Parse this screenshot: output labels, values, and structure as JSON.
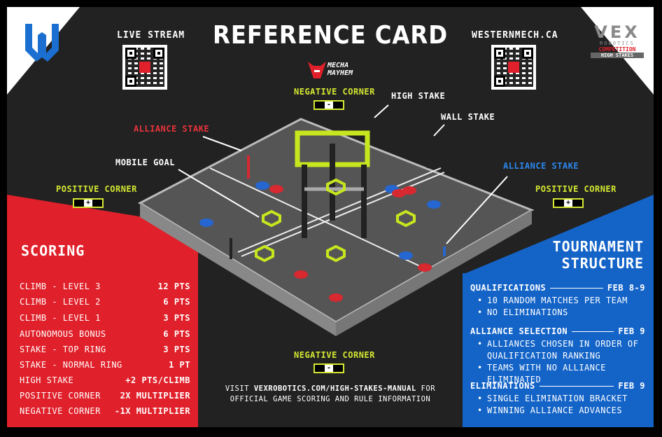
{
  "title": "REFERENCE CARD",
  "live_stream": "LIVE STREAM",
  "website": "WESTERNMECH.CA",
  "team_logo": "MECHA MAYHEM",
  "vex_logo": {
    "top": "VEX",
    "mid": "ROBOTICS",
    "comp": "COMPETITION",
    "game": "HIGH STAKES"
  },
  "field_labels": {
    "negative_corner_top": "NEGATIVE CORNER",
    "negative_corner_bottom": "NEGATIVE CORNER",
    "positive_corner_left": "POSITIVE CORNER",
    "positive_corner_right": "POSITIVE CORNER",
    "high_stake": "HIGH STAKE",
    "wall_stake": "WALL STAKE",
    "alliance_stake_red": "ALLIANCE STAKE",
    "alliance_stake_blue": "ALLIANCE STAKE",
    "mobile_goal": "MOBILE GOAL",
    "minus_sign": "-",
    "plus_sign": "+"
  },
  "scoring": {
    "title": "SCORING",
    "rows": [
      {
        "label": "CLIMB - LEVEL 3",
        "value": "12 PTS"
      },
      {
        "label": "CLIMB - LEVEL 2",
        "value": "6 PTS"
      },
      {
        "label": "CLIMB - LEVEL 1",
        "value": "3 PTS"
      },
      {
        "label": "AUTONOMOUS BONUS",
        "value": "6 PTS"
      },
      {
        "label": "STAKE - TOP RING",
        "value": "3 PTS"
      },
      {
        "label": "STAKE - NORMAL RING",
        "value": "1 PT"
      },
      {
        "label": "HIGH STAKE",
        "value": "+2 PTS/CLIMB"
      },
      {
        "label": "POSITIVE CORNER",
        "value": "2X MULTIPLIER"
      },
      {
        "label": "NEGATIVE CORNER",
        "value": "-1X MULTIPLIER"
      }
    ]
  },
  "tournament": {
    "title_line1": "TOURNAMENT",
    "title_line2": "STRUCTURE",
    "sections": [
      {
        "name": "QUALIFICATIONS",
        "date": "FEB 8-9",
        "items": [
          "10 RANDOM MATCHES PER TEAM",
          "NO ELIMINATIONS"
        ]
      },
      {
        "name": "ALLIANCE SELECTION",
        "date": "FEB 9",
        "items": [
          "ALLIANCES CHOSEN IN ORDER OF QUALIFICATION RANKING",
          "TEAMS WITH NO ALLIANCE ELIMINATED"
        ]
      },
      {
        "name": "ELIMINATIONS",
        "date": "FEB 9",
        "items": [
          "SINGLE ELIMINATION BRACKET",
          "WINNING ALLIANCE ADVANCES"
        ]
      }
    ]
  },
  "footer": {
    "pre": "VISIT ",
    "link": "VEXROBOTICS.COM/HIGH-STAKES-MANUAL",
    "post": " FOR",
    "line2": "OFFICIAL GAME SCORING AND RULE INFORMATION"
  },
  "colors": {
    "red": "#e0202a",
    "blue": "#1464c8",
    "lime": "#d4e832",
    "bg": "#222222"
  }
}
